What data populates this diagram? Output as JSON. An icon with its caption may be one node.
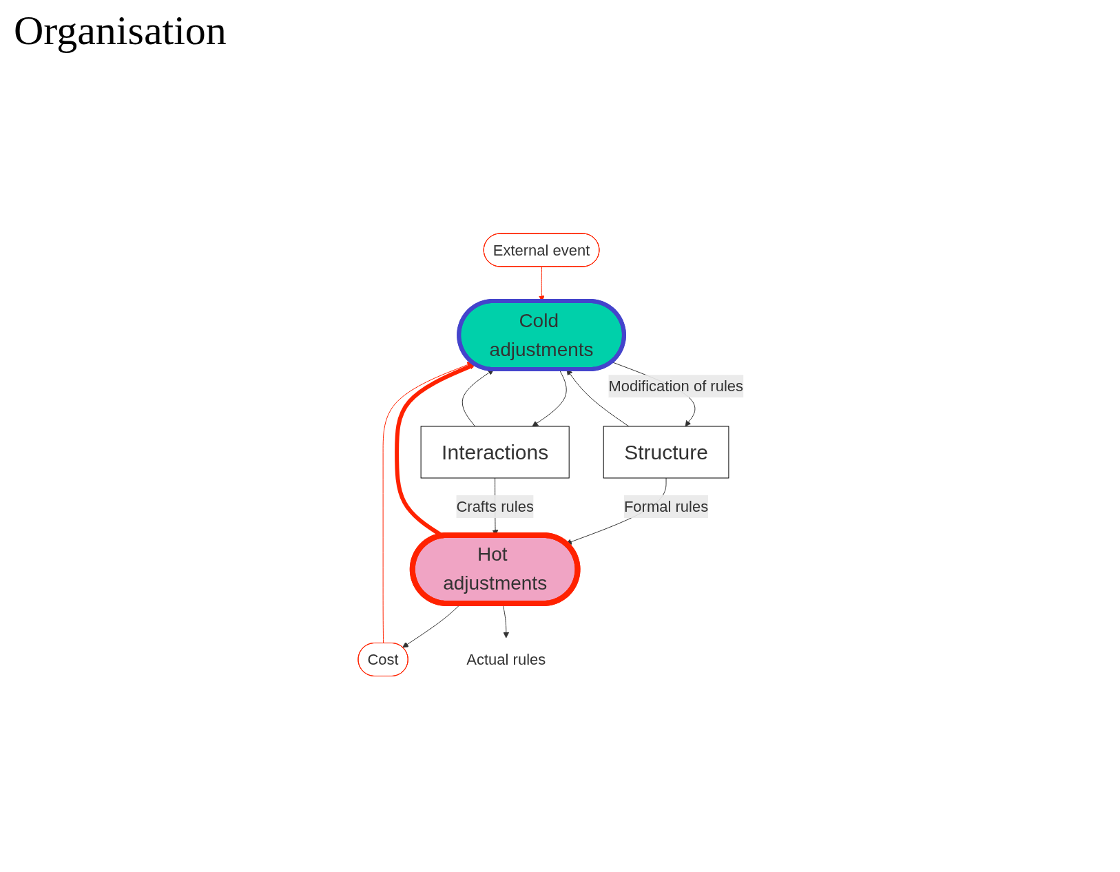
{
  "diagram": {
    "title": "Organisation",
    "nodes": [
      {
        "text": [
          "External event"
        ]
      },
      {
        "text": [
          "Cold adjustments"
        ]
      },
      {
        "text": [
          "Structure"
        ]
      },
      {
        "text": [
          "Interactions"
        ]
      },
      {
        "text": [
          "Cost"
        ]
      },
      {
        "text": [
          "Hot adjustments"
        ]
      },
      {
        "text": [
          "Actual rules"
        ]
      }
    ],
    "edges": [
      {
        "from": 0,
        "to": 1,
        "arrow": "to",
        "color": "#ff2200"
      },
      {
        "from": 2,
        "to": 1,
        "arrow": "to"
      },
      {
        "from": 3,
        "to": 1,
        "arrow": "to"
      },
      {
        "from": 1,
        "to": 2,
        "arrow": "to",
        "label": "Modification of rules"
      },
      {
        "from": 1,
        "to": 3,
        "arrow": "to"
      },
      {
        "from": 2,
        "to": 5,
        "arrow": "to",
        "label": "Formal rules"
      },
      {
        "from": 3,
        "to": 5,
        "arrow": "to",
        "label": "Crafts rules"
      },
      {
        "from": 5,
        "to": 4,
        "arrow": "to"
      },
      {
        "from": 4,
        "to": 1,
        "arrow": "to",
        "color": "#ff2200"
      },
      {
        "from": 5,
        "to": 1,
        "arrow": "to",
        "style": "thick",
        "color": "#ff2200"
      },
      {
        "from": 5,
        "to": 6,
        "arrow": "to"
      }
    ]
  }
}
